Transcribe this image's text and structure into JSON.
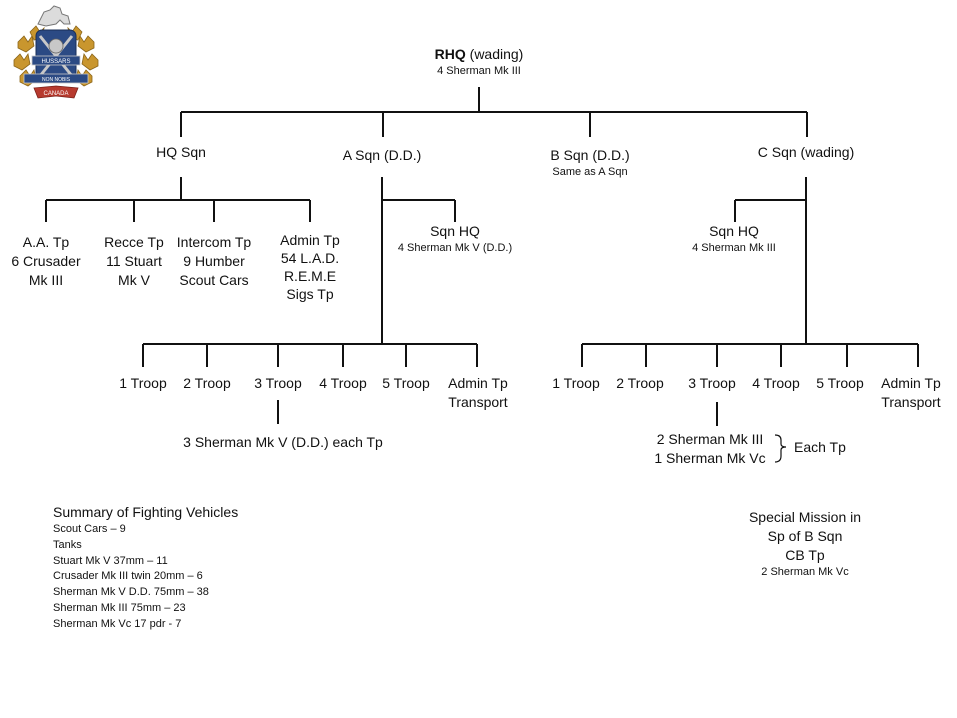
{
  "rhq": {
    "title_bold": "RHQ",
    "title_rest": "(wading)",
    "sub": "4 Sherman Mk III"
  },
  "squadrons": {
    "hq": {
      "label": "HQ Sqn"
    },
    "a": {
      "label": "A Sqn (D.D.)"
    },
    "b": {
      "label": "B Sqn (D.D.)",
      "sub": "Same as A Sqn"
    },
    "c": {
      "label": "C Sqn (wading)"
    }
  },
  "hq_units": [
    {
      "lines": [
        "A.A. Tp",
        "6 Crusader",
        "Mk III"
      ]
    },
    {
      "lines": [
        "Recce Tp",
        "11 Stuart",
        "Mk V"
      ]
    },
    {
      "lines": [
        "Intercom Tp",
        "9 Humber",
        "Scout Cars"
      ]
    },
    {
      "lines": [
        "Admin Tp",
        "54 L.A.D.",
        "R.E.M.E",
        "Sigs Tp"
      ]
    }
  ],
  "a_sqn": {
    "sqn_hq": {
      "label": "Sqn HQ",
      "sub": "4 Sherman Mk V (D.D.)"
    },
    "troops": [
      "1 Troop",
      "2 Troop",
      "3 Troop",
      "4 Troop",
      "5 Troop",
      "Admin Tp"
    ],
    "admin_sub": "Transport",
    "troop_note": "3 Sherman Mk V (D.D.) each Tp"
  },
  "c_sqn": {
    "sqn_hq": {
      "label": "Sqn HQ",
      "sub": "4 Sherman Mk III"
    },
    "troops": [
      "1 Troop",
      "2 Troop",
      "3 Troop",
      "4 Troop",
      "5 Troop",
      "Admin Tp"
    ],
    "admin_sub": "Transport",
    "troop_note_lines": [
      "2 Sherman Mk III",
      "1 Sherman Mk Vc"
    ],
    "troop_note_brace": "Each Tp"
  },
  "summary": {
    "title": "Summary of Fighting Vehicles",
    "lines": [
      "Scout Cars – 9",
      "Tanks",
      "Stuart Mk V 37mm – 11",
      "Crusader Mk III twin 20mm – 6",
      "Sherman Mk V D.D. 75mm – 38",
      "Sherman Mk III 75mm – 23",
      "Sherman Mk Vc 17 pdr - 7"
    ]
  },
  "special": {
    "lines": [
      "Special Mission in",
      "Sp of B Sqn",
      "CB Tp"
    ],
    "sub": "2 Sherman Mk Vc"
  },
  "badge": {
    "scroll_top": "HUSSARS",
    "motto": "NON NOBIS",
    "ribbon": "CANADA",
    "colors": {
      "gold": "#c9962e",
      "blue": "#2b4a84",
      "red": "#b73a2e",
      "silver": "#c8c8c8"
    }
  }
}
